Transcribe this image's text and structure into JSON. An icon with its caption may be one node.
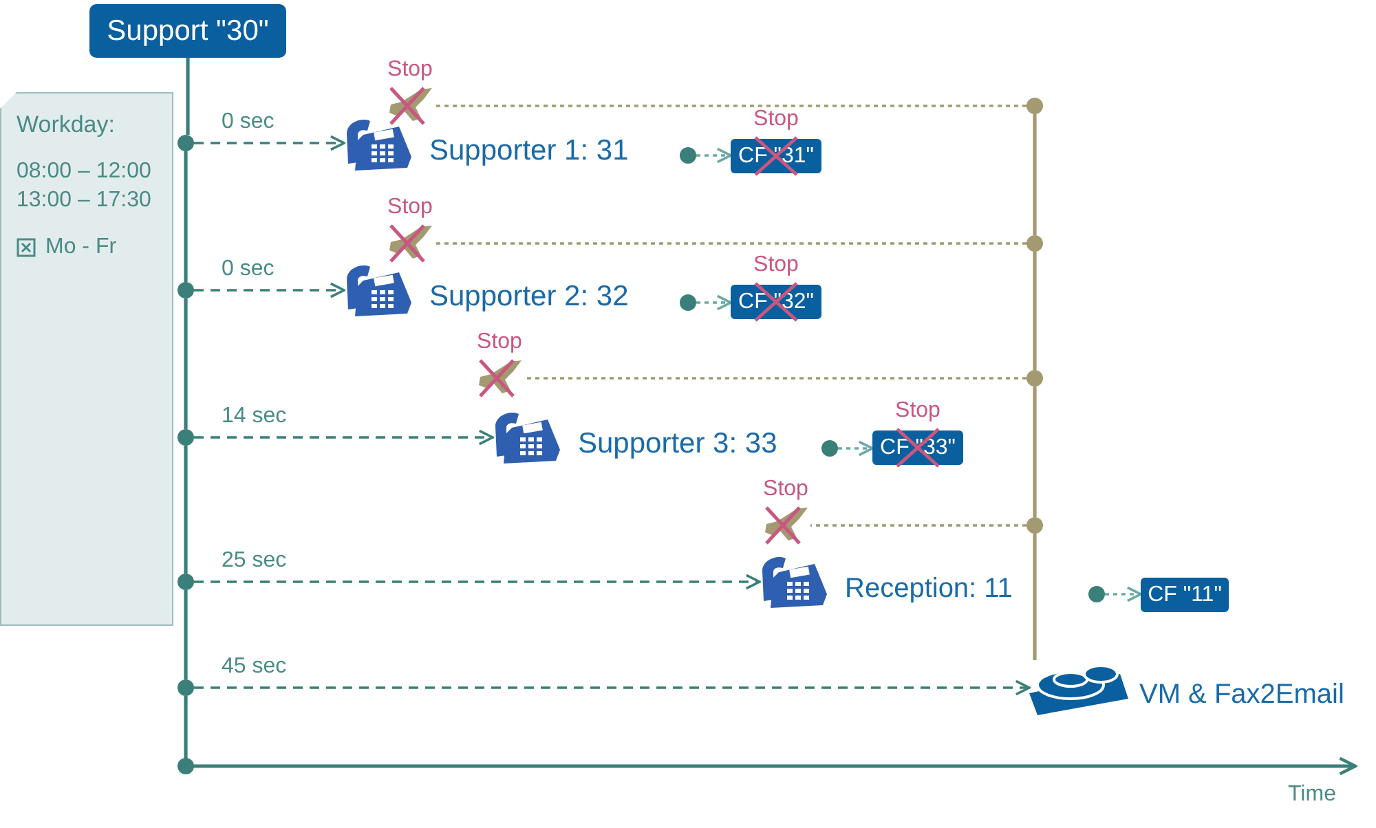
{
  "diagram": {
    "nodes": [
      {
        "text": [
          "Support \"30\""
        ]
      },
      {
        "text": [
          "Workday:",
          "08:00 – 12:00 13:00 – 17:30",
          "Mo - Fr"
        ]
      },
      {
        "text": [],
        "shape": "circle"
      },
      {
        "text": [],
        "shape": "circle"
      },
      {
        "text": [],
        "shape": "circle"
      },
      {
        "text": [],
        "shape": "circle"
      },
      {
        "text": [],
        "shape": "circle"
      },
      {
        "text": [
          "Supporter 1: 31"
        ]
      },
      {
        "text": [
          "Supporter 2: 32"
        ]
      },
      {
        "text": [
          "Supporter 3: 33"
        ]
      },
      {
        "text": [
          "Reception: 11"
        ]
      },
      {
        "text": [
          "VM & Fax2Email"
        ]
      },
      {
        "text": [],
        "shape": "circle"
      },
      {
        "text": [],
        "shape": "circle"
      },
      {
        "text": [],
        "shape": "circle"
      },
      {
        "text": [],
        "shape": "circle"
      },
      {
        "text": [
          "CF \"31\""
        ],
        "beside": [
          "Stop"
        ]
      },
      {
        "text": [
          "CF \"32\""
        ],
        "beside": [
          "Stop"
        ]
      },
      {
        "text": [
          "CF \"33\""
        ],
        "beside": [
          "Stop"
        ]
      },
      {
        "text": [
          "CF \"11\""
        ]
      },
      {
        "text": [],
        "shape": "picture",
        "beside": [
          "Stop"
        ]
      },
      {
        "text": [],
        "shape": "picture",
        "beside": [
          "Stop"
        ]
      },
      {
        "text": [],
        "shape": "picture",
        "beside": [
          "Stop"
        ]
      },
      {
        "text": [],
        "shape": "picture",
        "beside": [
          "Stop"
        ]
      },
      {
        "text": [],
        "shape": "circle"
      },
      {
        "text": [],
        "shape": "circle"
      },
      {
        "text": [],
        "shape": "circle"
      },
      {
        "text": [],
        "shape": "circle"
      }
    ],
    "edges": [
      {
        "from": 0,
        "to": 2,
        "arrow": "none",
        "color": "#3b7f7a"
      },
      {
        "from": 2,
        "to": 3,
        "arrow": "none",
        "color": "#3b7f7a"
      },
      {
        "from": 3,
        "to": 4,
        "arrow": "none",
        "color": "#3b7f7a"
      },
      {
        "from": 4,
        "to": 5,
        "arrow": "none",
        "color": "#3b7f7a"
      },
      {
        "from": 5,
        "to": 6,
        "arrow": "none",
        "color": "#3b7f7a"
      },
      {
        "from": 2,
        "to": 7,
        "arrow": "to",
        "style": "dashed",
        "color": "#3b7f7a",
        "label": "0 sec"
      },
      {
        "from": 3,
        "to": 8,
        "arrow": "to",
        "style": "dashed",
        "color": "#3b7f7a",
        "label": "0 sec"
      },
      {
        "from": 4,
        "to": 9,
        "arrow": "to",
        "style": "dashed",
        "color": "#3b7f7a",
        "label": "14 sec"
      },
      {
        "from": 5,
        "to": 10,
        "arrow": "to",
        "style": "dashed",
        "color": "#3b7f7a",
        "label": "25 sec"
      },
      {
        "from": 6,
        "to": 11,
        "arrow": "to",
        "style": "dashed",
        "color": "#3b7f7a",
        "label": "45 sec"
      },
      {
        "from": 12,
        "to": 16,
        "arrow": "to",
        "style": "dashed",
        "color": "#6aa9a3"
      },
      {
        "from": 13,
        "to": 17,
        "arrow": "to",
        "style": "dashed",
        "color": "#6aa9a3"
      },
      {
        "from": 14,
        "to": 18,
        "arrow": "to",
        "style": "dashed",
        "color": "#6aa9a3"
      },
      {
        "from": 15,
        "to": 19,
        "arrow": "to",
        "style": "dashed",
        "color": "#6aa9a3"
      },
      {
        "from": 24,
        "to": 20,
        "arrow": "none",
        "style": "dashed",
        "color": "#a39a72"
      },
      {
        "from": 25,
        "to": 21,
        "arrow": "none",
        "style": "dashed",
        "color": "#a39a72"
      },
      {
        "from": 26,
        "to": 22,
        "arrow": "none",
        "style": "dashed",
        "color": "#a39a72"
      },
      {
        "from": 27,
        "to": 23,
        "arrow": "none",
        "style": "dashed",
        "color": "#a39a72"
      },
      {
        "from": 24,
        "to": 25,
        "arrow": "none",
        "color": "#a39a72"
      },
      {
        "from": 25,
        "to": 26,
        "arrow": "none",
        "color": "#a39a72"
      },
      {
        "from": 26,
        "to": 27,
        "arrow": "none",
        "color": "#a39a72"
      },
      {
        "from": 27,
        "to": 11,
        "arrow": "none",
        "color": "#a39a72"
      }
    ],
    "labels": [
      "Time"
    ]
  }
}
